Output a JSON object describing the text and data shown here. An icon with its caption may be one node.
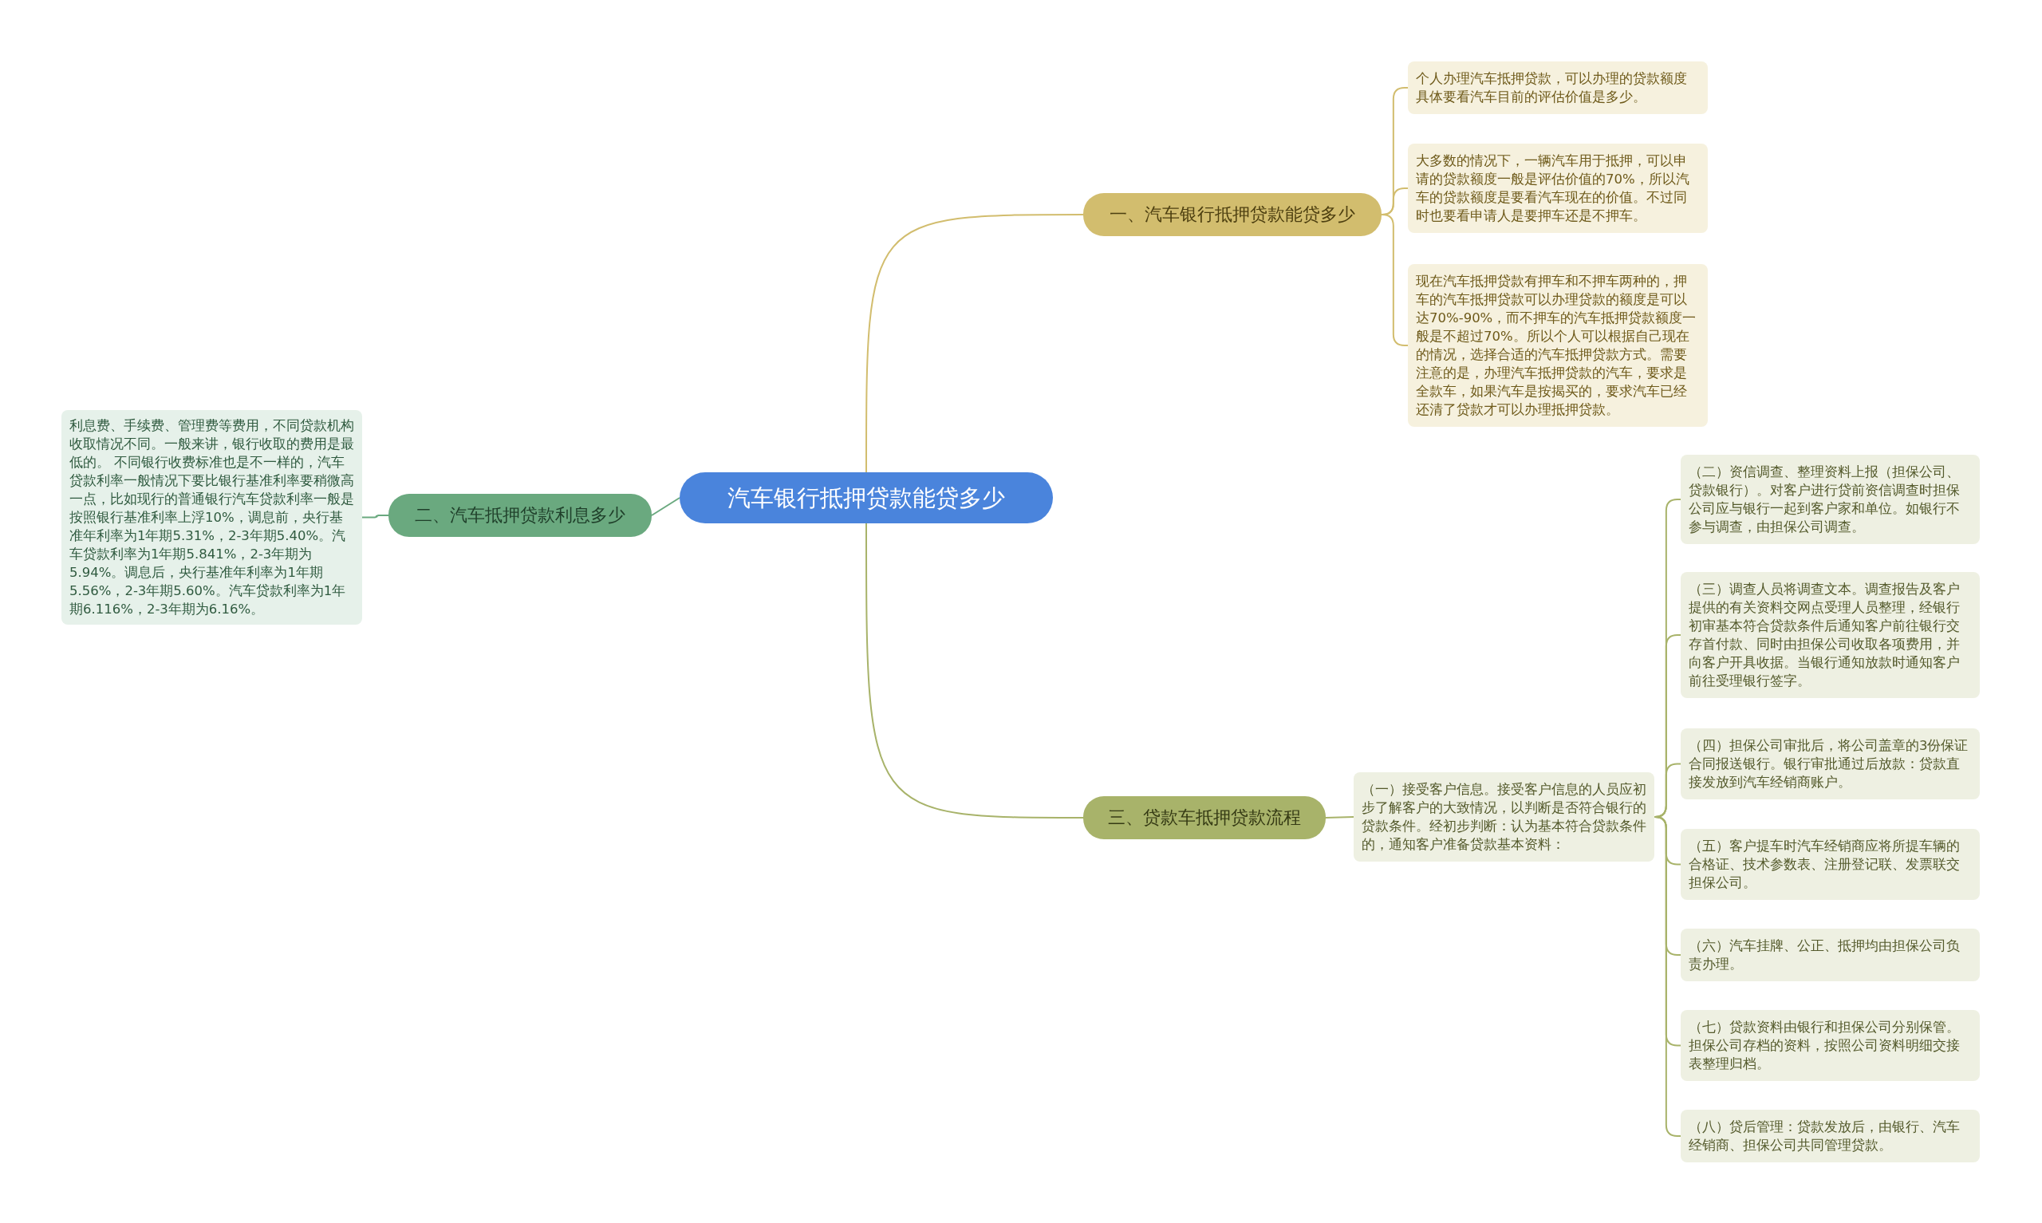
{
  "diagram": {
    "nodes": [
      {
        "text": [
          "汽车银行抵押贷款能贷多少"
        ]
      },
      {
        "text": [
          "一、汽车银行抵押贷款能贷多少"
        ]
      },
      {
        "text": [
          "个人办理汽车抵押贷款，可以办理的贷款额度具体要看汽车目前的评估价值是多少。"
        ]
      },
      {
        "text": [
          "大多数的情况下，一辆汽车用于抵押，可以申请的贷款额度一般是评估价值的70%，所以汽车的贷款额度是要看汽车现在的价值。不过同时也要看申请人是要押车还是不押车。"
        ]
      },
      {
        "text": [
          "现在汽车抵押贷款有押车和不押车两种的，押车的汽车抵押贷款可以办理贷款的额度是可以达70%-90%，而不押车的汽车抵押贷款额度一般是不超过70%。所以个人可以根据自己现在的情况，选择合适的汽车抵押贷款方式。需要注意的是，办理汽车抵押贷款的汽车，要求是全款车，如果汽车是按揭买的，要求汽车已经还清了贷款才可以办理抵押贷款。"
        ]
      },
      {
        "text": [
          "二、汽车抵押贷款利息多少"
        ]
      },
      {
        "text": [
          "利息费、手续费、管理费等费用，不同贷款机构收取情况不同。一般来讲，银行收取的费用是最低的。 不同银行收费标准也是不一样的，汽车贷款利率一般情况下要比银行基准利率要稍微高一点，比如现行的普通银行汽车贷款利率一般是按照银行基准利率上浮10%，调息前，央行基准年利率为1年期5.31%，2-3年期5.40%。汽车贷款利率为1年期5.841%，2-3年期为5.94%。调息后，央行基准年利率为1年期5.56%，2-3年期5.60%。汽车贷款利率为1年期6.116%，2-3年期为6.16%。"
        ]
      },
      {
        "text": [
          "三、贷款车抵押贷款流程"
        ]
      },
      {
        "text": [
          "（一）接受客户信息。接受客户信息的人员应初步了解客户的大致情况，以判断是否符合银行的贷款条件。经初步判断：认为基本符合贷款条件的，通知客户准备贷款基本资料："
        ]
      },
      {
        "text": [
          "（二）资信调查、整理资料上报（担保公司、贷款银行）。对客户进行贷前资信调查时担保公司应与银行一起到客户家和单位。如银行不参与调查，由担保公司调查。"
        ]
      },
      {
        "text": [
          "（三）调查人员将调查文本。调查报告及客户提供的有关资料交网点受理人员整理，经银行初审基本符合贷款条件后通知客户前往银行交存首付款、同时由担保公司收取各项费用，并向客户开具收据。当银行通知放款时通知客户前往受理银行签字。"
        ]
      },
      {
        "text": [
          "（四）担保公司审批后，将公司盖章的3份保证合同报送银行。银行审批通过后放款：贷款直接发放到汽车经销商账户。"
        ]
      },
      {
        "text": [
          "（五）客户提车时汽车经销商应将所提车辆的合格证、技术参数表、注册登记联、发票联交担保公司。"
        ]
      },
      {
        "text": [
          "（六）汽车挂牌、公正、抵押均由担保公司负责办理。"
        ]
      },
      {
        "text": [
          "（七）贷款资料由银行和担保公司分别保管。担保公司存档的资料，按照公司资料明细交接表整理归档。"
        ]
      },
      {
        "text": [
          "（八）贷后管理：贷款发放后，由银行、汽车经销商、担保公司共同管理贷款。"
        ]
      }
    ],
    "edges": [
      {
        "from": 0,
        "to": 1,
        "arrow": "none",
        "color": "#d2bd6e"
      },
      {
        "from": 1,
        "to": 2,
        "arrow": "none",
        "color": "#d2bd6e"
      },
      {
        "from": 1,
        "to": 3,
        "arrow": "none",
        "color": "#d2bd6e"
      },
      {
        "from": 1,
        "to": 4,
        "arrow": "none",
        "color": "#d2bd6e"
      },
      {
        "from": 0,
        "to": 5,
        "arrow": "none",
        "color": "#6aa97f"
      },
      {
        "from": 5,
        "to": 6,
        "arrow": "none",
        "color": "#6aa97f"
      },
      {
        "from": 0,
        "to": 7,
        "arrow": "none"
      },
      {
        "from": 7,
        "to": 8,
        "arrow": "none"
      },
      {
        "from": 8,
        "to": 9,
        "arrow": "none"
      },
      {
        "from": 8,
        "to": 10,
        "arrow": "none"
      },
      {
        "from": 8,
        "to": 11,
        "arrow": "none"
      },
      {
        "from": 8,
        "to": 12,
        "arrow": "none"
      },
      {
        "from": 8,
        "to": 13,
        "arrow": "none"
      },
      {
        "from": 8,
        "to": 14,
        "arrow": "none"
      },
      {
        "from": 8,
        "to": 15,
        "arrow": "none"
      }
    ]
  }
}
